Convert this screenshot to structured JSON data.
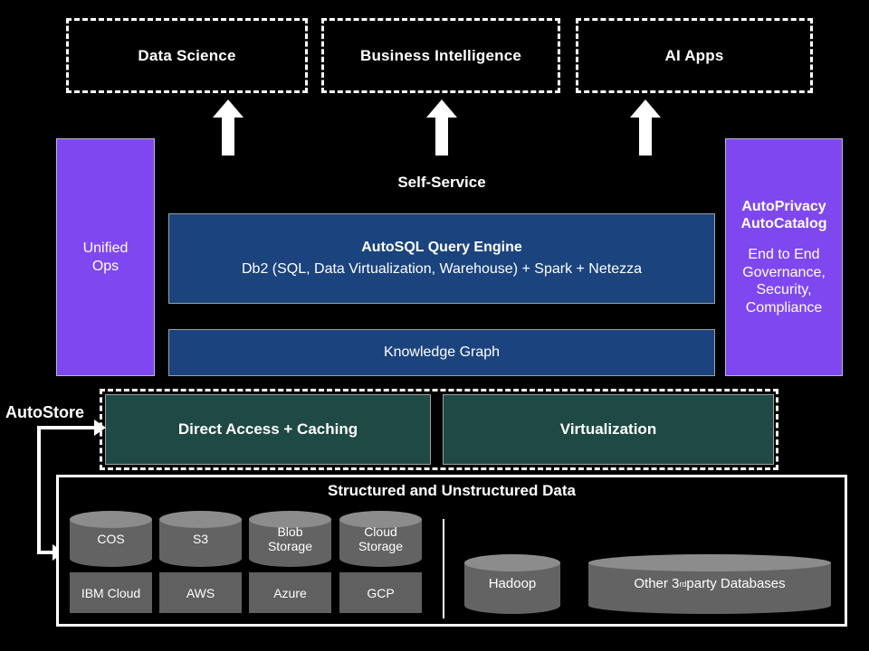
{
  "diagram": {
    "background_color": "#000000",
    "accent_purple": "#7f47f0",
    "accent_navy": "#1b437e",
    "accent_teal": "#1f4944",
    "accent_gray": "#636363"
  },
  "consumers": [
    {
      "label": "Data Science"
    },
    {
      "label": "Business Intelligence"
    },
    {
      "label": "AI Apps"
    }
  ],
  "labels": {
    "self_service": "Self-Service",
    "autostore": "AutoStore",
    "structured_data": "Structured and Unstructured Data"
  },
  "left_panel": {
    "line1": "Unified",
    "line2": "Ops"
  },
  "right_panel": {
    "bold_line1": "AutoPrivacy",
    "bold_line2": "AutoCatalog",
    "plain_line1": "End to End",
    "plain_line2": "Governance,",
    "plain_line3": "Security,",
    "plain_line4": "Compliance"
  },
  "engine": {
    "title": "AutoSQL Query Engine",
    "subtitle": "Db2 (SQL, Data Virtualization, Warehouse) + Spark + Netezza"
  },
  "knowledge_graph": {
    "label": "Knowledge Graph"
  },
  "access_tier": [
    {
      "label": "Direct Access + Caching"
    },
    {
      "label": "Virtualization"
    }
  ],
  "storage": {
    "cylinders": [
      {
        "label": "COS"
      },
      {
        "label": "S3"
      },
      {
        "label": "Blob\nStorage"
      },
      {
        "label": "Cloud\nStorage"
      }
    ],
    "providers": [
      {
        "label": "IBM Cloud"
      },
      {
        "label": "AWS"
      },
      {
        "label": "Azure"
      },
      {
        "label": "GCP"
      }
    ],
    "other_sources": [
      {
        "label": "Hadoop"
      },
      {
        "label_prefix": "Other 3",
        "label_sup": "rd",
        "label_suffix": " party Databases"
      }
    ]
  }
}
